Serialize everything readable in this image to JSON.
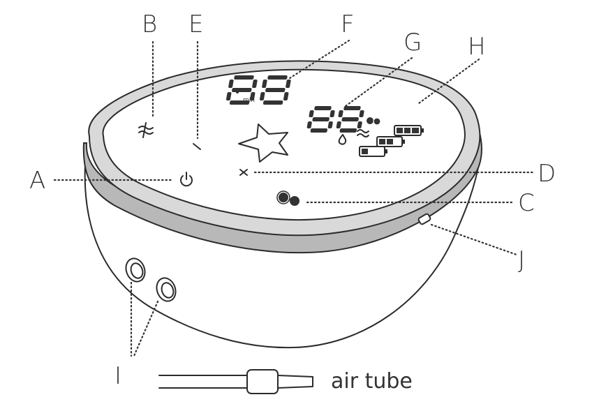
{
  "callouts": {
    "a": "A",
    "b": "B",
    "c": "C",
    "d": "D",
    "e": "E",
    "f": "F",
    "g": "G",
    "h": "H",
    "i": "I",
    "j": "J"
  },
  "display": {
    "unit": "min"
  },
  "air_tube_label": "air tube",
  "colors": {
    "ink": "#2b2b2b",
    "rim_gray": "#b8b8b8",
    "rim_light": "#d9d9d9",
    "face": "#ffffff"
  }
}
